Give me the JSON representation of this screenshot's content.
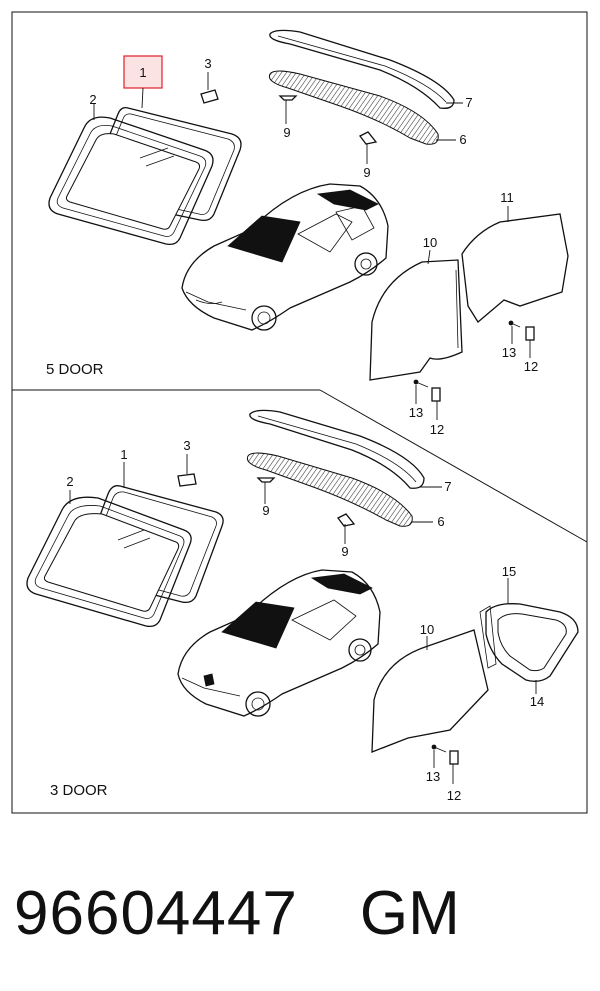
{
  "sections": {
    "five_door": {
      "label": "5 DOOR"
    },
    "three_door": {
      "label": "3 DOOR"
    }
  },
  "callouts_5door": {
    "n1": "1",
    "n2": "2",
    "n3": "3",
    "n7": "7",
    "n9a": "9",
    "n6": "6",
    "n9b": "9",
    "n11": "11",
    "n10": "10",
    "n13a": "13",
    "n12a": "12",
    "n13b": "13",
    "n12b": "12"
  },
  "callouts_3door": {
    "n3": "3",
    "n1": "1",
    "n2": "2",
    "n7": "7",
    "n9a": "9",
    "n6": "6",
    "n9b": "9",
    "n15": "15",
    "n10": "10",
    "n14": "14",
    "n13": "13",
    "n12": "12"
  },
  "highlight": {
    "callout": "1",
    "color": "#e0202a",
    "fill": "#fbe3e4"
  },
  "footer": {
    "part_number": "96604447",
    "brand": "GM"
  }
}
